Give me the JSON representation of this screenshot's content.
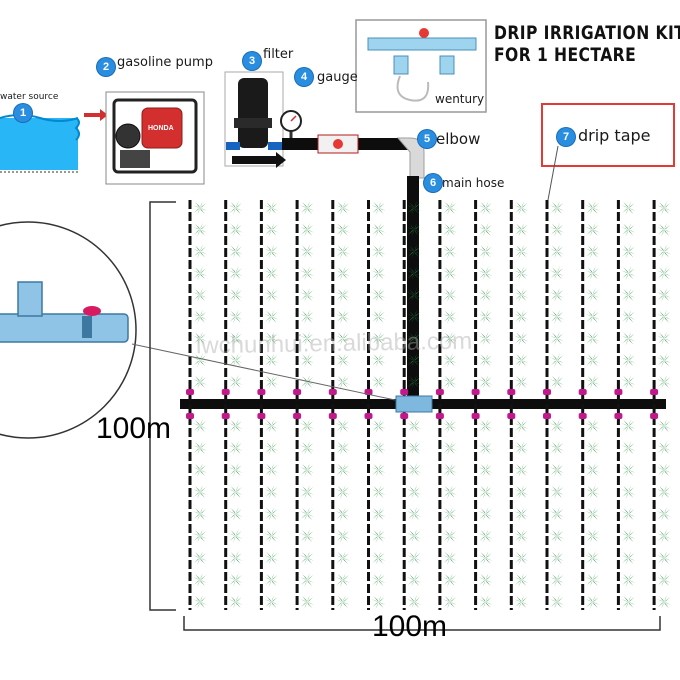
{
  "title": {
    "line1": "DRIP IRRIGATION KIT",
    "line2": "FOR 1 HECTARE"
  },
  "components": [
    {
      "num": "1",
      "label": "water source"
    },
    {
      "num": "2",
      "label": "gasoline pump"
    },
    {
      "num": "3",
      "label": "filter"
    },
    {
      "num": "4",
      "label": "gauge"
    },
    {
      "num": "5",
      "label": "elbow"
    },
    {
      "num": "6",
      "label": "main hose"
    },
    {
      "num": "7",
      "label": "drip tape"
    }
  ],
  "venturi_label": "wentury",
  "dimensions": {
    "height": "100m",
    "width": "100m"
  },
  "watermark": "lwchunhui.en.alibaba.com",
  "pump_brand": "HONDA",
  "field": {
    "columns": 14,
    "plants_per_half": 9
  },
  "colors": {
    "pipe": "#0d0d0d",
    "plant": "#1e8c3a",
    "connector": "#c2188b",
    "water": "#29b6f6",
    "badge": "#2a8ee0",
    "callout": "#e53935",
    "pump": "#d32f2f"
  }
}
